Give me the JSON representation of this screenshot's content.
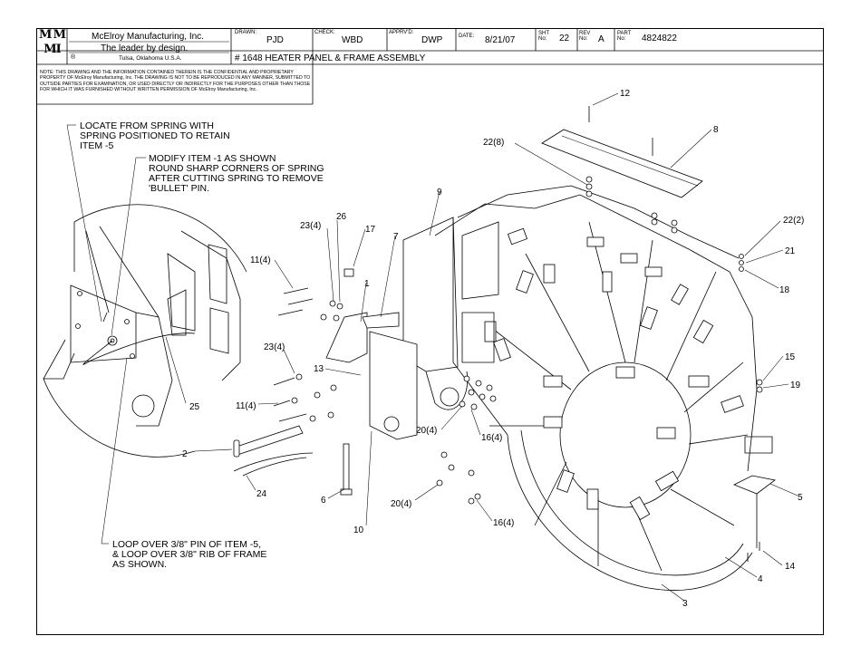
{
  "company": {
    "logo_letters": [
      "M",
      "M",
      "MI"
    ],
    "name": "McElroy Manufacturing, Inc.",
    "tagline": "The leader by design.",
    "location": "Tulsa, Oklahoma U.S.A.",
    "registered_symbol": "®"
  },
  "title_block": {
    "drawn_caption": "DRAWN:",
    "drawn": "PJD",
    "check_caption": "CHECK:",
    "check": "WBD",
    "apprvd_caption": "APPRV'D:",
    "apprvd": "DWP",
    "date_caption": "DATE:",
    "date": "8/21/07",
    "sht_caption": "SHT No:",
    "sht": "22",
    "rev_caption": "REV No:",
    "rev": "A",
    "part_caption": "PART No:",
    "part": "4824822",
    "title": "# 1648 HEATER PANEL & FRAME ASSEMBLY"
  },
  "notice": "NOTE: THIS DRAWING AND THE INFORMATION CONTAINED THEREIN IS THE CONFIDENTIAL AND PROPRIETARY PROPERTY OF McElroy Manufacturing, Inc. THE DRAWING IS NOT TO BE REPRODUCED IN ANY MANNER, SUBMITTED TO OUTSIDE PARTIES FOR EXAMINATION, OR USED DIRECTLY OR INDIRECTLY FOR THE PURPOSES OTHER THAN THOSE FOR WHICH IT WAS FURNISHED WITHOUT WRITTEN PERMISSION OF McElroy Manufacturing, Inc.",
  "annotations": {
    "locate_spring": [
      "LOCATE FROM SPRING WITH",
      "SPRING POSITIONED TO RETAIN",
      "ITEM -5"
    ],
    "modify_item": [
      "MODIFY ITEM -1 AS SHOWN",
      "ROUND SHARP CORNERS OF SPRING",
      "AFTER CUTTING SPRING TO REMOVE",
      "'BULLET' PIN."
    ],
    "loop_over": [
      "LOOP OVER 3/8\" PIN OF ITEM -5,",
      "& LOOP OVER 3/8\" RIB OF FRAME",
      "AS SHOWN."
    ]
  },
  "balloons": {
    "b12": "12",
    "b8": "8",
    "b22_8": "22(8)",
    "b22_2": "22(2)",
    "b21": "21",
    "b18": "18",
    "b9": "9",
    "b26": "26",
    "b23_4a": "23(4)",
    "b17": "17",
    "b7": "7",
    "b11_4a": "11(4)",
    "b1": "1",
    "b23_4b": "23(4)",
    "b13": "13",
    "b11_4b": "11(4)",
    "b25": "25",
    "b20_4a": "20(4)",
    "b16_4a": "16(4)",
    "b2": "2",
    "b24": "24",
    "b6": "6",
    "b10": "10",
    "b20_4b": "20(4)",
    "b16_4b": "16(4)",
    "b15": "15",
    "b19": "19",
    "b5": "5",
    "b14": "14",
    "b4": "4",
    "b3": "3"
  }
}
